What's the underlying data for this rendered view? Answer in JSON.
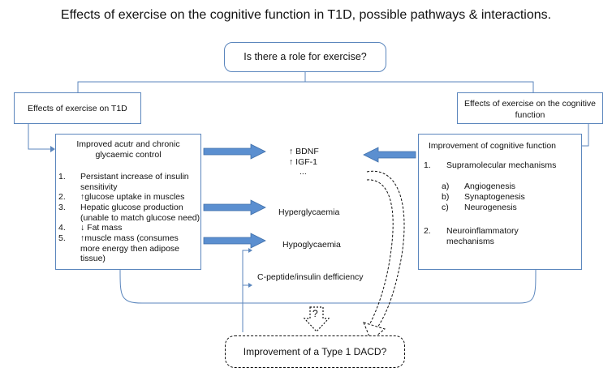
{
  "title": "Effects of exercise on the cognitive function in T1D, possible pathways & interactions.",
  "question": "Is there a role for exercise?",
  "left_header": "Effects of exercise on T1D",
  "right_header": "Effects of exercise on the cognitive function",
  "left_box": {
    "heading": "Improved acutr and chronic glycaemic control",
    "items": [
      {
        "num": "1.",
        "text": "Persistant increase of insulin sensitivity"
      },
      {
        "num": "2.",
        "text": "↑glucose uptake in muscles"
      },
      {
        "num": "3.",
        "text": "Hepatic glucose production (unable to match glucose need)"
      },
      {
        "num": "4.",
        "text": "↓ Fat mass"
      },
      {
        "num": "5.",
        "text": "↑muscle mass (consumes more energy then adipose tissue)"
      }
    ]
  },
  "right_box": {
    "heading": "Improvement of cognitive function",
    "item1": {
      "num": "1.",
      "text": "Supramolecular mechanisms"
    },
    "subitems": [
      {
        "num": "a)",
        "text": "Angiogenesis"
      },
      {
        "num": "b)",
        "text": "Synaptogenesis"
      },
      {
        "num": "c)",
        "text": "Neurogenesis"
      }
    ],
    "item2": {
      "num": "2.",
      "text": "Neuroinflammatory mechanisms"
    }
  },
  "middle": {
    "bdnf": "↑ BDNF",
    "igf": "↑ IGF-1",
    "ellipsis": "...",
    "hyperglycaemia": "Hyperglycaemia",
    "hypoglycaemia": "Hypoglycaemia",
    "cpeptide": "C-peptide/insulin defficiency"
  },
  "question_mark": "?",
  "bottom": "Improvement of a Type 1 DACD?",
  "colors": {
    "border": "#5b86bd",
    "arrow": "#5b8fd0",
    "arrow_stroke": "#3f6fa8"
  }
}
